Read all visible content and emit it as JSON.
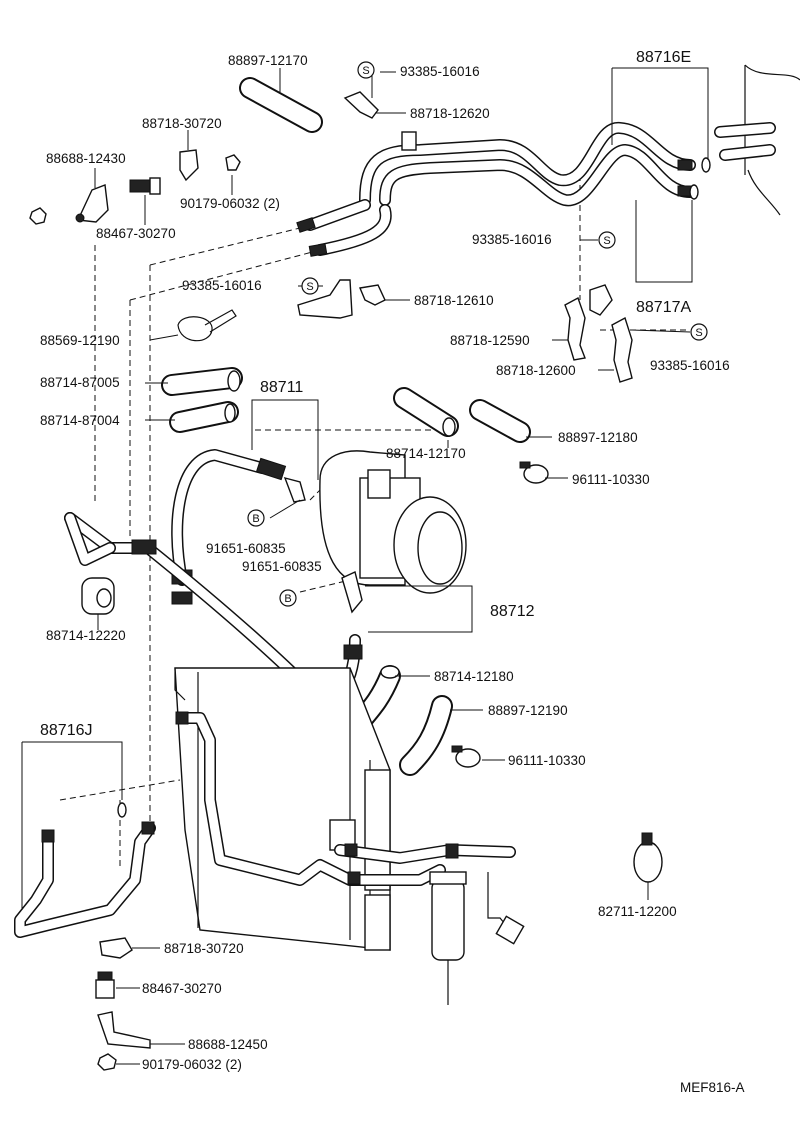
{
  "parts": {
    "p_88897_12170": "88897-12170",
    "p_93385_16016_top": "93385-16016",
    "p_88716E": "88716E",
    "p_88718_12620": "88718-12620",
    "p_88718_30720_top": "88718-30720",
    "p_88688_12430": "88688-12430",
    "p_90179_06032_top": "90179-06032 (2)",
    "p_88467_30270_top": "88467-30270",
    "p_93385_16016_right": "93385-16016",
    "p_93385_16016_mid": "93385-16016",
    "p_88718_12610": "88718-12610",
    "p_88717A": "88717A",
    "p_88569_12190": "88569-12190",
    "p_88718_12590": "88718-12590",
    "p_93385_16016_far": "93385-16016",
    "p_88718_12600": "88718-12600",
    "p_88714_87005": "88714-87005",
    "p_88711": "88711",
    "p_88714_87004": "88714-87004",
    "p_88897_12180": "88897-12180",
    "p_88714_12170": "88714-12170",
    "p_96111_10330_top": "96111-10330",
    "p_91651_60835_a": "91651-60835",
    "p_91651_60835_b": "91651-60835",
    "p_88712": "88712",
    "p_88714_12220": "88714-12220",
    "p_88714_12180": "88714-12180",
    "p_88897_12190": "88897-12190",
    "p_96111_10330_bottom": "96111-10330",
    "p_88716J": "88716J",
    "p_82711_12200": "82711-12200",
    "p_88718_30720_bottom": "88718-30720",
    "p_88467_30270_bottom": "88467-30270",
    "p_88688_12450": "88688-12450",
    "p_90179_06032_bottom": "90179-06032 (2)"
  },
  "badges": {
    "s": "S",
    "b": "B"
  },
  "figure_code": "MEF816-A"
}
